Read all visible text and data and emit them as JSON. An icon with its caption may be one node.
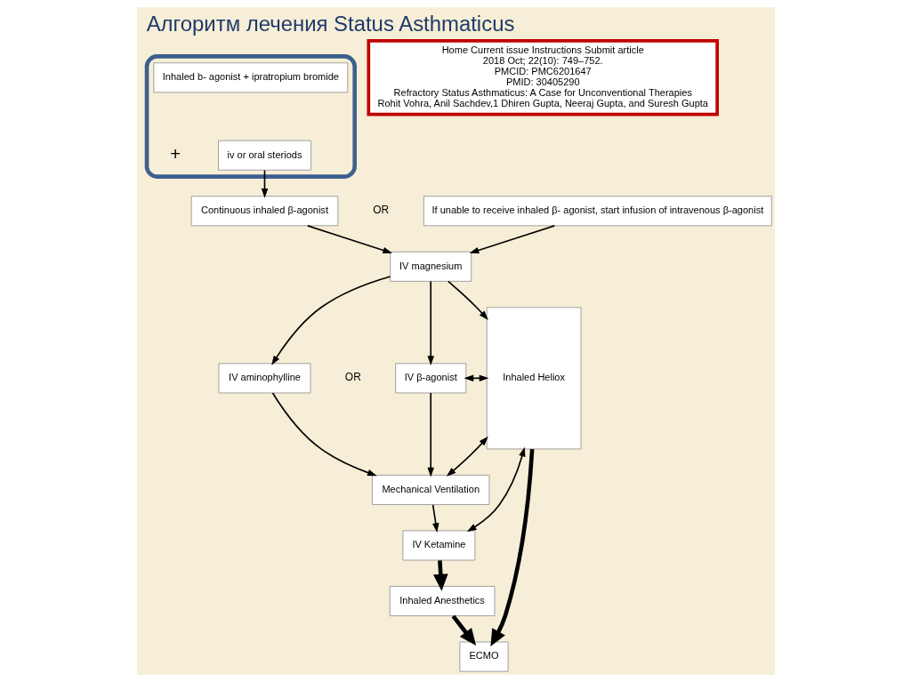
{
  "diagram": {
    "title": "Алгоритм лечения Status Asthmaticus",
    "nodes": [
      {
        "text": [],
        "shape": "box"
      },
      {
        "text": [
          "Inhaled b- agonist + ipratropium bromide"
        ],
        "in": 0
      },
      {
        "text": [
          "iv or oral steriods"
        ],
        "in": 0
      },
      {
        "text": [
          "Continuous inhaled β-agonist"
        ]
      },
      {
        "text": [
          "If unable to receive inhaled β- agonist, start infusion of intravenous β-agonist"
        ]
      },
      {
        "text": [
          "IV magnesium"
        ]
      },
      {
        "text": [
          "IV aminophylline"
        ]
      },
      {
        "text": [
          "IV β-agonist"
        ]
      },
      {
        "text": [
          "Inhaled Heliox"
        ]
      },
      {
        "text": [
          "Mechanical Ventilation"
        ]
      },
      {
        "text": [
          "IV Ketamine"
        ]
      },
      {
        "text": [
          "Inhaled Anesthetics"
        ]
      },
      {
        "text": [
          "ECMO"
        ]
      },
      {
        "text": [
          "Home Current issue Instructions Submit article",
          "2018 Oct; 22(10): 749–752.",
          "PMCID: PMC6201647",
          "PMID: 30405290",
          "Refractory Status Asthmaticus: A Case for Unconventional Therapies",
          "Rohit Vohra, Anil Sachdev,1 Dhiren Gupta, Neeraj Gupta, and Suresh Gupta"
        ]
      }
    ],
    "edges": [
      {
        "from": 2,
        "to": 3,
        "arrow": "to"
      },
      {
        "from": 3,
        "to": 5,
        "arrow": "to"
      },
      {
        "from": 4,
        "to": 5,
        "arrow": "to"
      },
      {
        "from": 5,
        "to": 6,
        "arrow": "to"
      },
      {
        "from": 5,
        "to": 7,
        "arrow": "to"
      },
      {
        "from": 5,
        "to": 8,
        "arrow": "to"
      },
      {
        "from": 7,
        "to": 8,
        "arrow": "both"
      },
      {
        "from": 6,
        "to": 9,
        "arrow": "to"
      },
      {
        "from": 7,
        "to": 9,
        "arrow": "to"
      },
      {
        "from": 9,
        "to": 8,
        "arrow": "both"
      },
      {
        "from": 9,
        "to": 10,
        "arrow": "to"
      },
      {
        "from": 10,
        "to": 8,
        "arrow": "both"
      },
      {
        "from": 10,
        "to": 11,
        "arrow": "to",
        "style": "thick"
      },
      {
        "from": 11,
        "to": 12,
        "arrow": "to",
        "style": "thick"
      },
      {
        "from": 8,
        "to": 12,
        "arrow": "to",
        "style": "thick"
      }
    ],
    "labels": [
      "+",
      "OR",
      "OR"
    ]
  }
}
